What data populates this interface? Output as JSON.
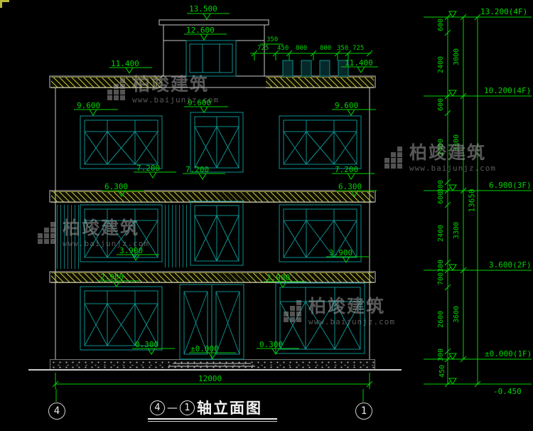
{
  "title": {
    "axis_start": "4",
    "dash": "—",
    "axis_end": "1",
    "text": "轴立面图"
  },
  "axis_bubbles": {
    "left": "4",
    "right": "1"
  },
  "watermark": {
    "name": "柏竣建筑",
    "url": "www.baijunjz.com"
  },
  "elevation": {
    "marks": {
      "m13500": "13.500",
      "m12600": "12.600",
      "m11400L": "11.400",
      "m11400R": "11.400",
      "m9600L": "9.600",
      "m9600M": "9.600",
      "m9600R": "9.600",
      "m7200L": "7.200",
      "m7200M": "7.200",
      "m7200R": "7.200",
      "m6300L": "6.300",
      "m6300R": "6.300",
      "m3900L": "3.900",
      "m3900R": "3.900",
      "m2900L": "2.900",
      "m2900M": "2.900",
      "m0300L": "0.300",
      "m0300R": "0.300",
      "m0000": "±0.000"
    },
    "top_dims": {
      "extra": "350",
      "row": [
        "725",
        "450",
        "800",
        "800",
        "350",
        "725"
      ]
    },
    "bottom_dim": "12000"
  },
  "dim_column": {
    "levels": {
      "roof": "13.200(4F)",
      "f4": "10.200(4F)",
      "f3": "6.900(3F)",
      "f2": "3.600(2F)",
      "f1": "±0.000(1F)",
      "base": "-0.450"
    },
    "segments": [
      "600",
      "2400",
      "600",
      "2400",
      "300",
      "600",
      "2400",
      "300",
      "700",
      "2600",
      "300",
      "450"
    ],
    "floors": [
      "3000",
      "3300",
      "3300",
      "3600"
    ],
    "overall": "13650"
  }
}
